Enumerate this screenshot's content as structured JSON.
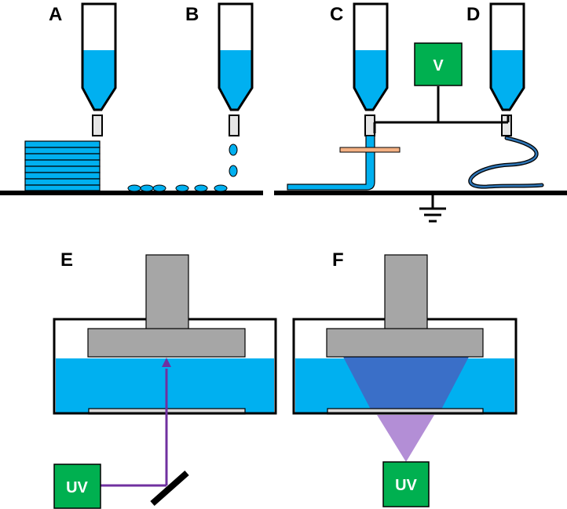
{
  "panels": {
    "a": {
      "label": "A"
    },
    "b": {
      "label": "B"
    },
    "c": {
      "label": "C"
    },
    "d": {
      "label": "D"
    },
    "e": {
      "label": "E"
    },
    "f": {
      "label": "F"
    }
  },
  "voltage_source": {
    "label": "V"
  },
  "uv_sources": {
    "e_label": "UV",
    "f_label": "UV"
  },
  "colors": {
    "fluid": "#00b0f0",
    "fluid_dark_blue": "#3a6fc8",
    "source_green": "#00b050",
    "part_gray": "#a6a6a6",
    "uv_beam": "#7030a0",
    "uv_cone": "#b38ed6",
    "collar": "#f4b183",
    "fiber": "#2e75b6"
  }
}
